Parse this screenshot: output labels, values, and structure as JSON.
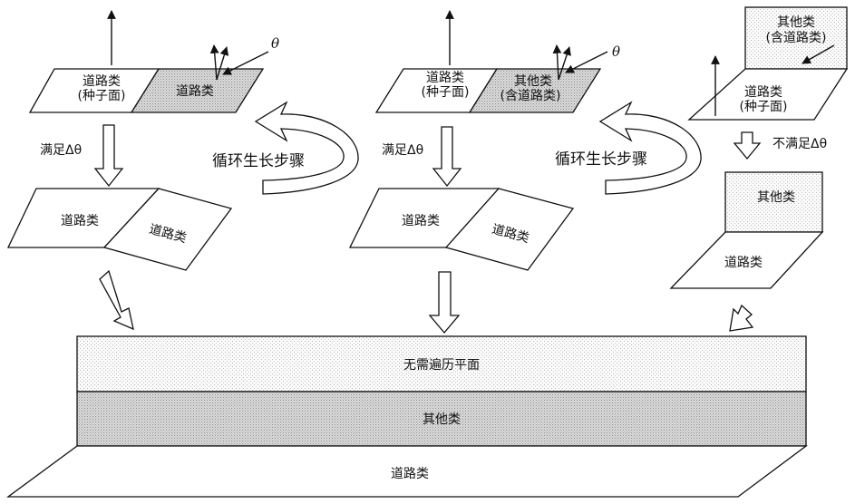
{
  "colors": {
    "line": "#111111",
    "gray_fill": "#d6d6d6",
    "light_dots": "#c8c8c8"
  },
  "labels": {
    "road": "道路类",
    "seed_line1": "道路类",
    "seed_line2": "(种子面)",
    "other": "其他类",
    "other_incl_line1": "其他类",
    "other_incl_line2": "(含道路类)",
    "theta": "θ",
    "satisfy": "满足Δθ",
    "not_satisfy": "不满足Δθ",
    "loop_step": "循环生长步骤"
  },
  "bands": {
    "top": "无需遍历平面",
    "middle": "其他类",
    "bottom": "道路类"
  }
}
